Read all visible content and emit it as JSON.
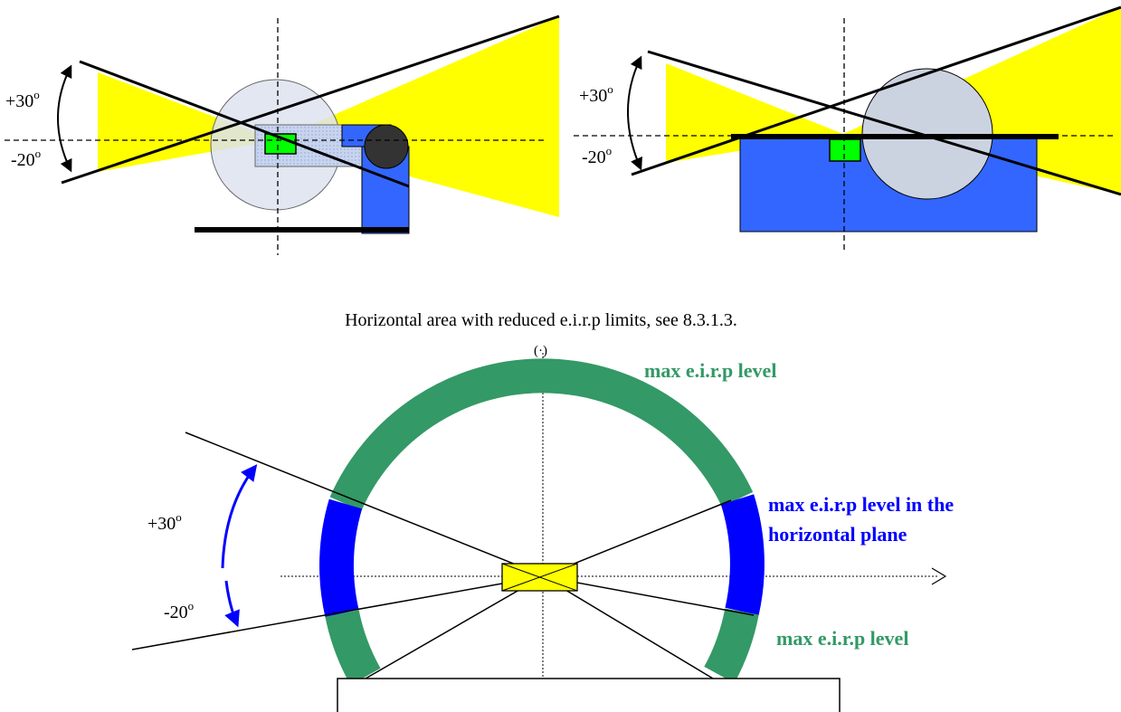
{
  "caption": "Horizontal area with reduced e.i.r.p limits, see 8.3.1.3.",
  "angles": {
    "plus_value": "+30",
    "minus_value": "-20",
    "unit": "o"
  },
  "labels": {
    "max_level_top": "max e.i.r.p level",
    "horizontal_line1": "max e.i.r.p level in the",
    "horizontal_line2": "horizontal plane",
    "max_level_bottom": "max e.i.r.p level"
  },
  "colors": {
    "beam_yellow": "#ffff00",
    "device_blue": "#3366ff",
    "antenna_green": "#00ff00",
    "green_sector": "#339966",
    "blue_sector": "#0000ff",
    "disc_grey": "#d0d8e8",
    "dark_disc": "#333333"
  }
}
